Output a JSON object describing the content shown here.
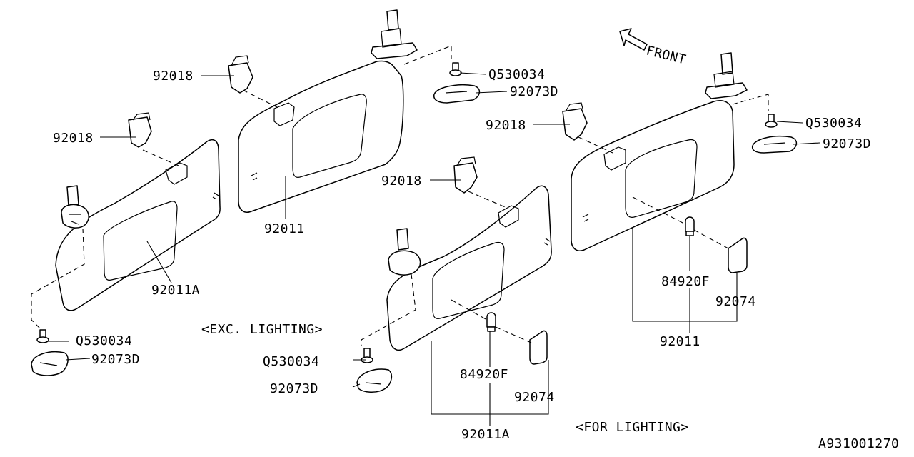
{
  "diagram": {
    "section_labels": {
      "exc_lighting": "<EXC. LIGHTING>",
      "for_lighting": "<FOR LIGHTING>"
    },
    "front_label": "FRONT",
    "diagram_code": "A931001270",
    "parts": {
      "visor_a_left": "92011A",
      "visor_b_left": "92011",
      "visor_a_right": "92011A",
      "visor_b_right": "92011",
      "clip_1": "92018",
      "clip_2": "92018",
      "clip_3": "92018",
      "clip_4": "92018",
      "screw_1": "Q530034",
      "screw_2": "Q530034",
      "screw_3": "Q530034",
      "screw_4": "Q530034",
      "cover_1": "92073D",
      "cover_2": "92073D",
      "cover_3": "92073D",
      "cover_4": "92073D",
      "bulb_1": "84920F",
      "bulb_2": "84920F",
      "lens_1": "92074",
      "lens_2": "92074"
    }
  }
}
